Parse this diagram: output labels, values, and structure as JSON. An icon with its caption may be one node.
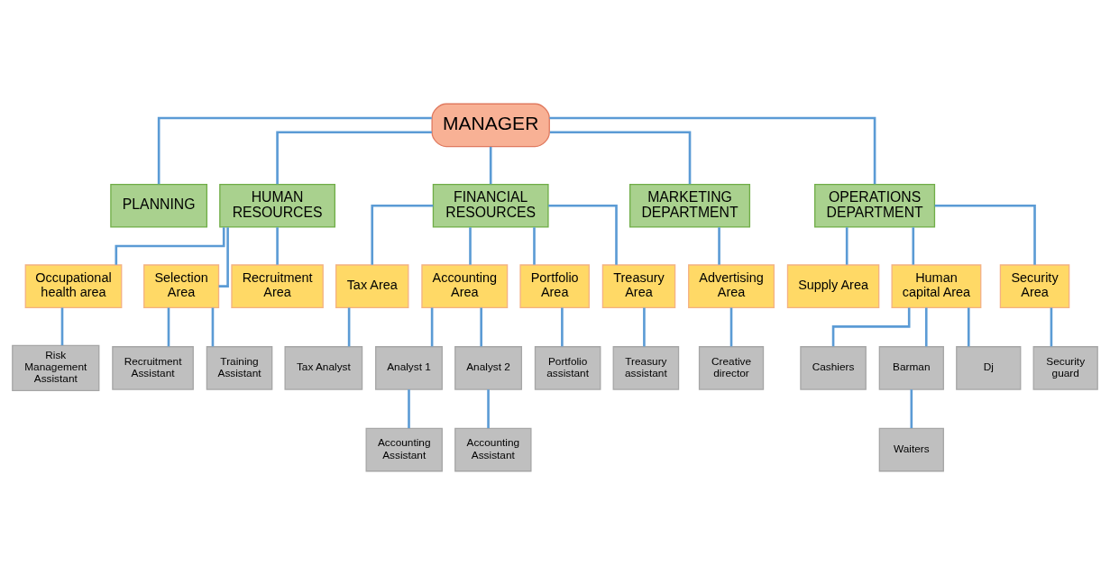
{
  "diagram": {
    "nodes": [
      {
        "text": [
          "MANAGER"
        ]
      },
      {
        "text": [
          "PLANNING"
        ]
      },
      {
        "text": [
          "HUMAN RESOURCES"
        ]
      },
      {
        "text": [
          "FINANCIAL RESOURCES"
        ]
      },
      {
        "text": [
          "MARKETING DEPARTMENT"
        ]
      },
      {
        "text": [
          "OPERATIONS DEPARTMENT"
        ]
      },
      {
        "text": [
          "Occupational health area"
        ]
      },
      {
        "text": [
          "Selection Area"
        ]
      },
      {
        "text": [
          "Recruitment Area"
        ]
      },
      {
        "text": [
          "Tax Area"
        ]
      },
      {
        "text": [
          "Accounting Area"
        ]
      },
      {
        "text": [
          "Portfolio Area"
        ]
      },
      {
        "text": [
          "Treasury Area"
        ]
      },
      {
        "text": [
          "Advertising Area"
        ]
      },
      {
        "text": [
          "Supply Area"
        ]
      },
      {
        "text": [
          "Human capital Area"
        ]
      },
      {
        "text": [
          "Security Area"
        ]
      },
      {
        "text": [
          "Risk Management Assistant"
        ]
      },
      {
        "text": [
          "Recruitment Assistant"
        ]
      },
      {
        "text": [
          "Training Assistant"
        ]
      },
      {
        "text": [
          "Tax Analyst"
        ]
      },
      {
        "text": [
          "Analyst 1"
        ]
      },
      {
        "text": [
          "Analyst 2"
        ]
      },
      {
        "text": [
          "Accounting Assistant"
        ]
      },
      {
        "text": [
          "Accounting Assistant"
        ]
      },
      {
        "text": [
          "Portfolio assistant"
        ]
      },
      {
        "text": [
          "Treasury assistant"
        ]
      },
      {
        "text": [
          "Creative director"
        ]
      },
      {
        "text": [
          "Cashiers"
        ]
      },
      {
        "text": [
          "Barman"
        ]
      },
      {
        "text": [
          "Dj"
        ]
      },
      {
        "text": [
          "Waiters"
        ]
      },
      {
        "text": [
          "Security guard"
        ]
      }
    ],
    "edges": [
      {
        "from": 0,
        "to": 1,
        "arrow": "none"
      },
      {
        "from": 0,
        "to": 2,
        "arrow": "none"
      },
      {
        "from": 0,
        "to": 3,
        "arrow": "none"
      },
      {
        "from": 0,
        "to": 4,
        "arrow": "none"
      },
      {
        "from": 0,
        "to": 5,
        "arrow": "none"
      },
      {
        "from": 2,
        "to": 6,
        "arrow": "none"
      },
      {
        "from": 2,
        "to": 7,
        "arrow": "none"
      },
      {
        "from": 2,
        "to": 8,
        "arrow": "none"
      },
      {
        "from": 3,
        "to": 9,
        "arrow": "none"
      },
      {
        "from": 3,
        "to": 10,
        "arrow": "none"
      },
      {
        "from": 3,
        "to": 11,
        "arrow": "none"
      },
      {
        "from": 3,
        "to": 12,
        "arrow": "none"
      },
      {
        "from": 4,
        "to": 13,
        "arrow": "none"
      },
      {
        "from": 5,
        "to": 14,
        "arrow": "none"
      },
      {
        "from": 5,
        "to": 15,
        "arrow": "none"
      },
      {
        "from": 5,
        "to": 16,
        "arrow": "none"
      },
      {
        "from": 6,
        "to": 17,
        "arrow": "none"
      },
      {
        "from": 7,
        "to": 18,
        "arrow": "none"
      },
      {
        "from": 7,
        "to": 19,
        "arrow": "none"
      },
      {
        "from": 9,
        "to": 20,
        "arrow": "none"
      },
      {
        "from": 10,
        "to": 21,
        "arrow": "none"
      },
      {
        "from": 10,
        "to": 22,
        "arrow": "none"
      },
      {
        "from": 21,
        "to": 23,
        "arrow": "none"
      },
      {
        "from": 22,
        "to": 24,
        "arrow": "none"
      },
      {
        "from": 11,
        "to": 25,
        "arrow": "none"
      },
      {
        "from": 12,
        "to": 26,
        "arrow": "none"
      },
      {
        "from": 13,
        "to": 27,
        "arrow": "none"
      },
      {
        "from": 15,
        "to": 28,
        "arrow": "none"
      },
      {
        "from": 15,
        "to": 29,
        "arrow": "none"
      },
      {
        "from": 15,
        "to": 30,
        "arrow": "none"
      },
      {
        "from": 29,
        "to": 31,
        "arrow": "none"
      },
      {
        "from": 16,
        "to": 32,
        "arrow": "none"
      }
    ]
  }
}
